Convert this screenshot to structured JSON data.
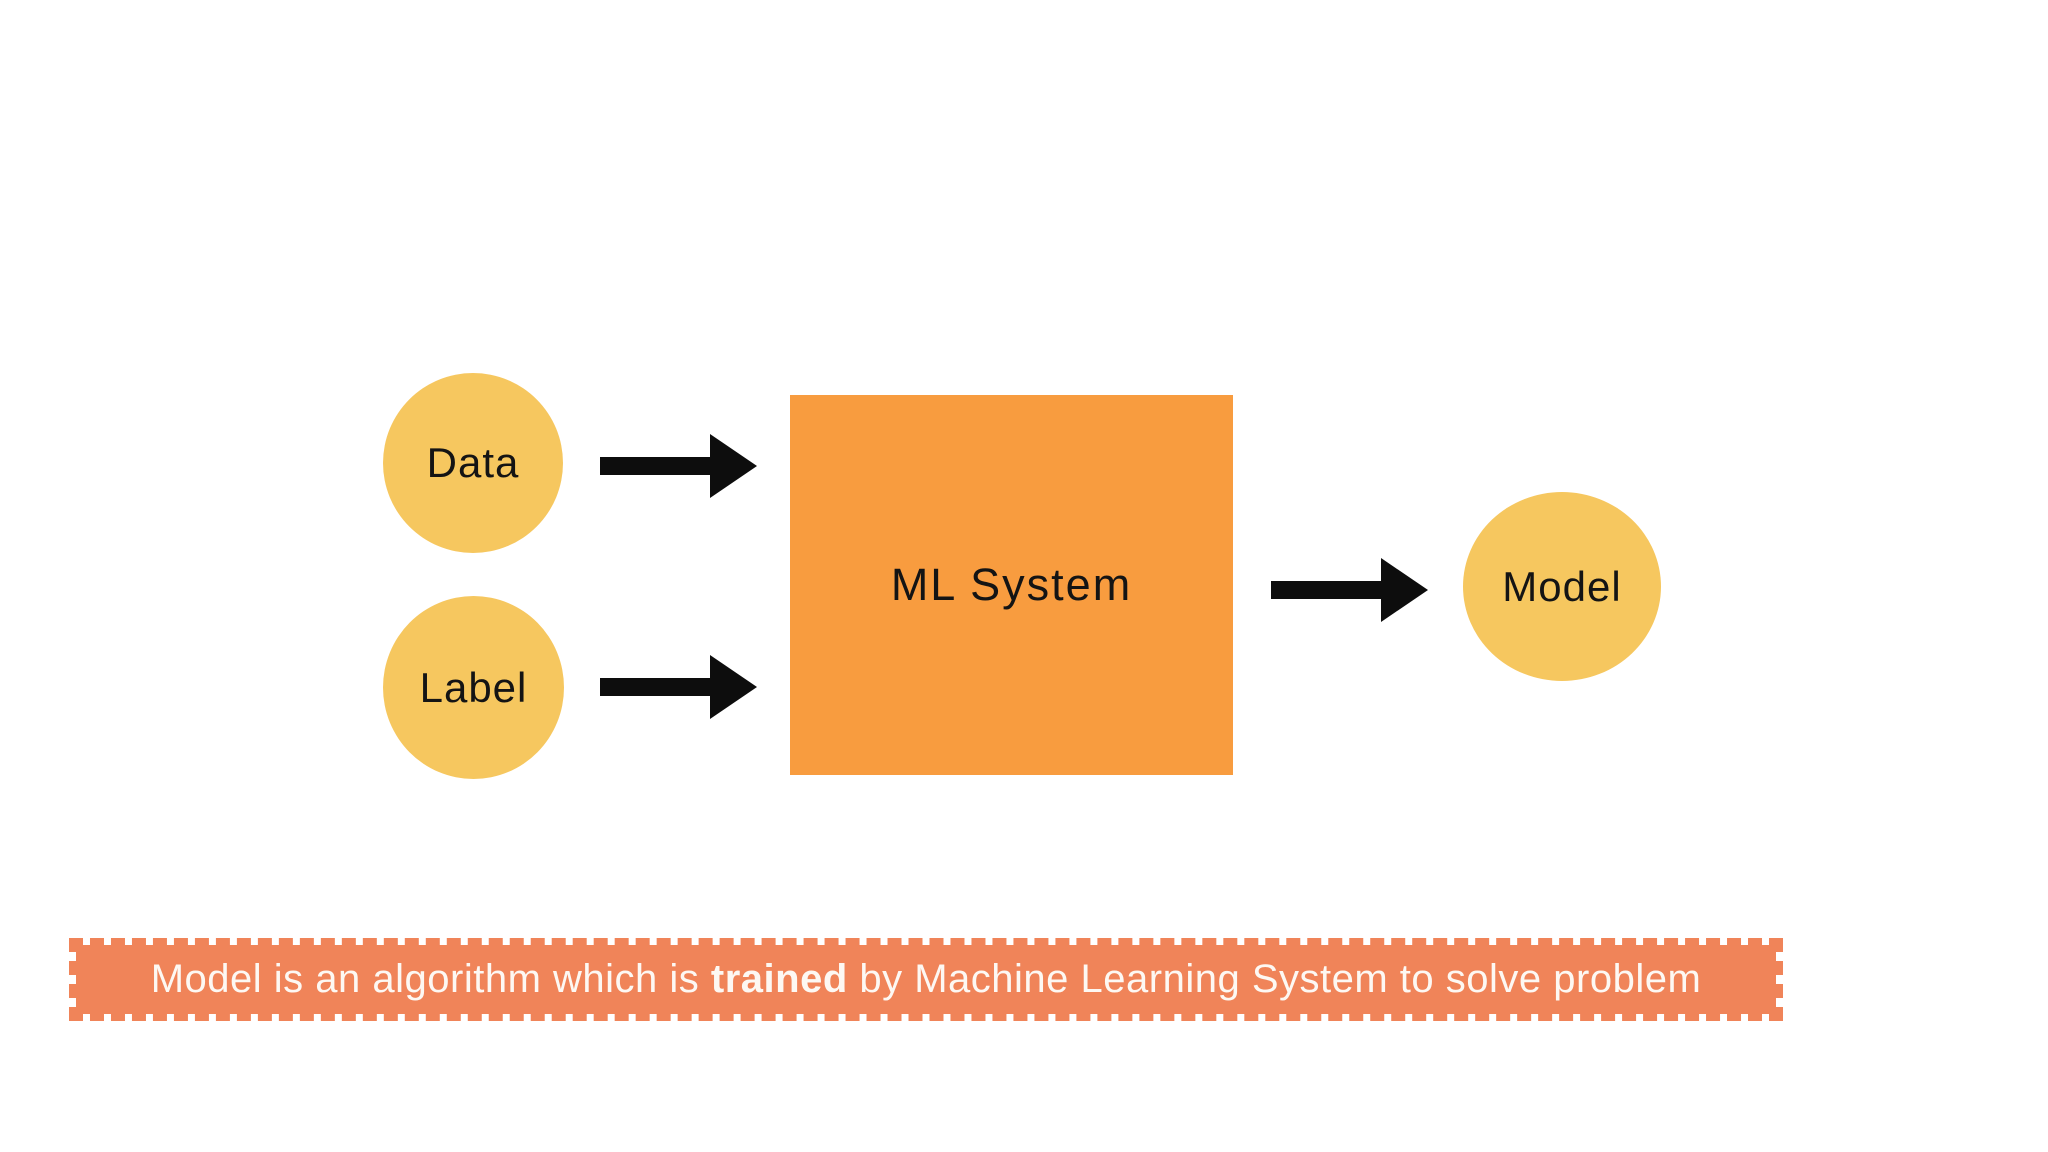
{
  "diagram": {
    "nodes": {
      "data": {
        "label": "Data"
      },
      "label": {
        "label": "Label"
      },
      "ml_system": {
        "label": "ML System"
      },
      "model": {
        "label": "Model"
      }
    },
    "caption": {
      "prefix": "Model is an algorithm which is ",
      "highlight": "trained",
      "suffix": " by Machine Learning System to solve problem"
    }
  },
  "colors": {
    "page_bg": "#ffffff",
    "node_fill": "#f6c75f",
    "box_fill": "#f89c3f",
    "banner_fill": "#f08459",
    "arrow": "#0d0d0d",
    "node_text": "#141414",
    "banner_text": "#fdf8f3"
  }
}
